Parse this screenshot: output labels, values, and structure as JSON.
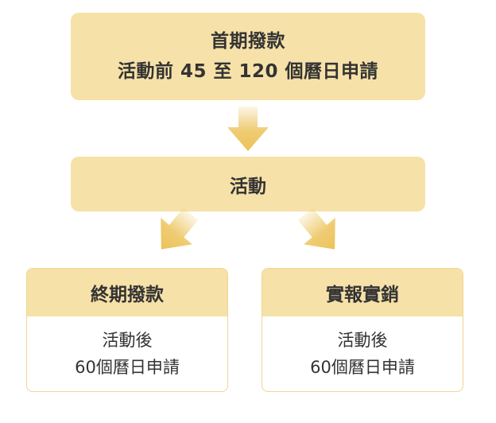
{
  "top_box": {
    "title": "首期撥款",
    "subtitle": "活動前 45 至 120 個曆日申請"
  },
  "middle_box": {
    "title": "活動"
  },
  "left_card": {
    "title": "終期撥款",
    "line1": "活動後",
    "line2": "60個曆日申請"
  },
  "right_card": {
    "title": "實報實銷",
    "line1": "活動後",
    "line2": "60個曆日申請"
  },
  "colors": {
    "box_fill": "#f6e1a8",
    "card_border": "#f2d591",
    "arrow": "#ecc35a",
    "text": "#333333"
  }
}
